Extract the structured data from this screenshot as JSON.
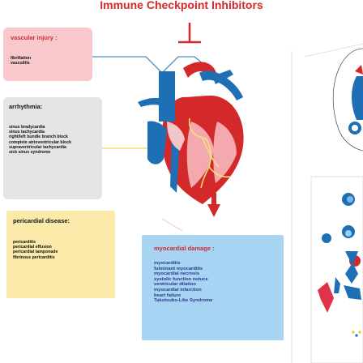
{
  "title": "Immune Checkpoint Inhibitors",
  "vascular": {
    "heading": "vascular injury :",
    "items": [
      "fibrillation",
      "vasculitis"
    ]
  },
  "arrhythmia": {
    "heading": "arrhythmia:",
    "items": [
      "sinus bradycardia",
      "sinus tachycardia",
      "right/left bundle branch block",
      "complete atrioventricular block",
      "supraventricular tachycardia",
      "sick sinus syndrome"
    ]
  },
  "pericardial": {
    "heading": "pericardial disease:",
    "items": [
      "pericarditis",
      "pericardial effusion",
      "pericardial tamponade",
      "fibrinous pericarditis"
    ]
  },
  "myocardial": {
    "heading": "myocardial damage :",
    "items": [
      "myocarditis",
      "fulminant myocarditis",
      "myocardial necrosis",
      "systolic function reduce",
      "ventricular dilation",
      "myocardial infarction",
      "heart failure",
      "Takotsubo-Like Syndrome"
    ]
  },
  "colors": {
    "title": "#d3292a",
    "vascular_bg": "#f8c8cd",
    "arrhythmia_bg": "#e4e4e4",
    "pericardial_bg": "#fbeaa9",
    "myocardial_bg": "#a7d4f2",
    "heart_red": "#d3292a",
    "heart_blue": "#1f6fb5"
  },
  "icons": [
    "inhibition-symbol",
    "blood-vessel-icon",
    "ecg-wave-icon",
    "heart-illustration",
    "down-arrow-icon",
    "myocardium-fiber-icon",
    "immune-cells-icon"
  ]
}
